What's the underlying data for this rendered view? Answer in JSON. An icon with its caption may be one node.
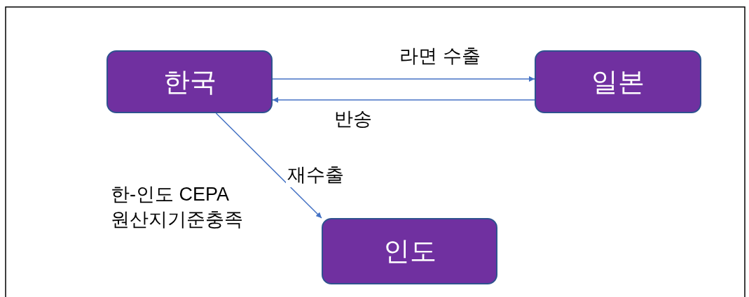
{
  "diagram": {
    "nodes": [
      {
        "text": [
          "한국"
        ]
      },
      {
        "text": [
          "일본"
        ]
      },
      {
        "text": [
          "인도"
        ]
      }
    ],
    "edges": [
      {
        "from": 0,
        "to": 1,
        "arrow": "to",
        "label": "라면 수출"
      },
      {
        "from": 1,
        "to": 0,
        "arrow": "to",
        "label": "반송"
      },
      {
        "from": 0,
        "to": 2,
        "arrow": "to",
        "label": "재수출"
      }
    ],
    "labels": [
      "한-인도 CEPA 원산지기준충족"
    ]
  }
}
